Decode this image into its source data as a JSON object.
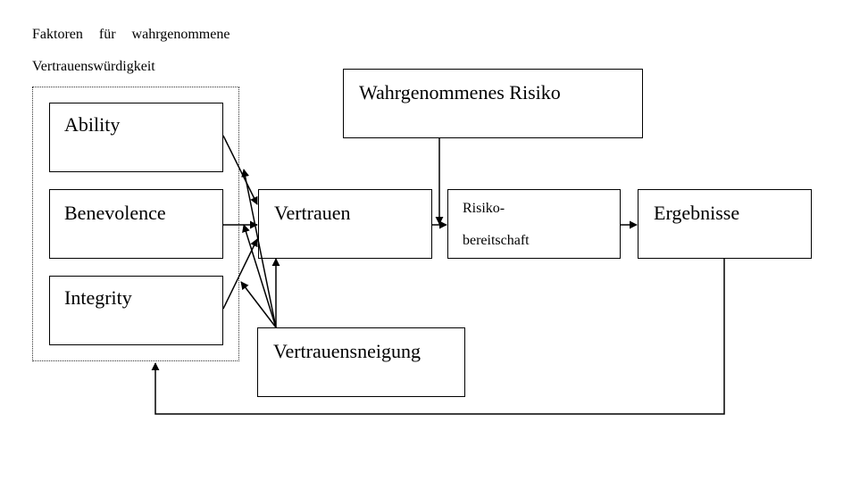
{
  "diagram": {
    "group_title_line1": "Faktoren für wahrgenommene",
    "group_title_line2": "Vertrauenswürdigkeit",
    "boxes": {
      "ability": "Ability",
      "benevolence": "Benevolence",
      "integrity": "Integrity",
      "trust": "Vertrauen",
      "perceived_risk": "Wahrgenommenes Risiko",
      "risk_taking_line1": "Risiko-",
      "risk_taking_line2": "bereitschaft",
      "outcomes": "Ergebnisse",
      "propensity": "Vertrauensneigung"
    }
  }
}
